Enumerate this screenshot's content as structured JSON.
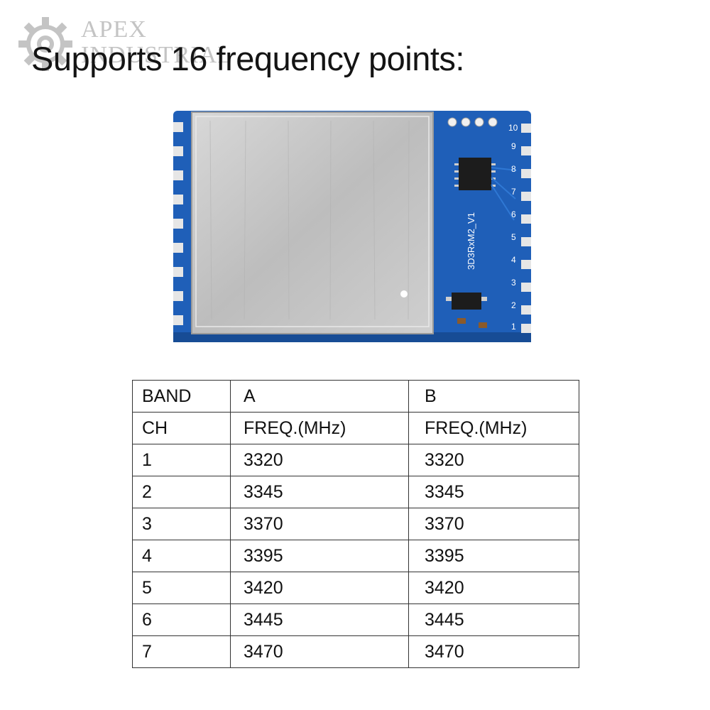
{
  "watermark": {
    "brand": "APEX\nINDUSTRIAL",
    "icon": "gear-icon"
  },
  "headline": "Supports 16 frequency points:",
  "board": {
    "label": "3D3RxM2_V1",
    "pin_numbers": [
      "1",
      "2",
      "3",
      "4",
      "5",
      "6",
      "7",
      "8",
      "9",
      "10"
    ],
    "icon": "rf-module-board",
    "colors": {
      "pcb": "#1f5fb8",
      "shield": "#c9c9c9"
    }
  },
  "table": {
    "header_row": [
      "BAND",
      "A",
      "B"
    ],
    "sub_header_row": [
      "CH",
      "FREQ.(MHz)",
      "FREQ.(MHz)"
    ],
    "rows": [
      [
        "1",
        "3320",
        "3320"
      ],
      [
        "2",
        "3345",
        "3345"
      ],
      [
        "3",
        "3370",
        "3370"
      ],
      [
        "4",
        "3395",
        "3395"
      ],
      [
        "5",
        "3420",
        "3420"
      ],
      [
        "6",
        "3445",
        "3445"
      ],
      [
        "7",
        "3470",
        "3470"
      ]
    ]
  }
}
